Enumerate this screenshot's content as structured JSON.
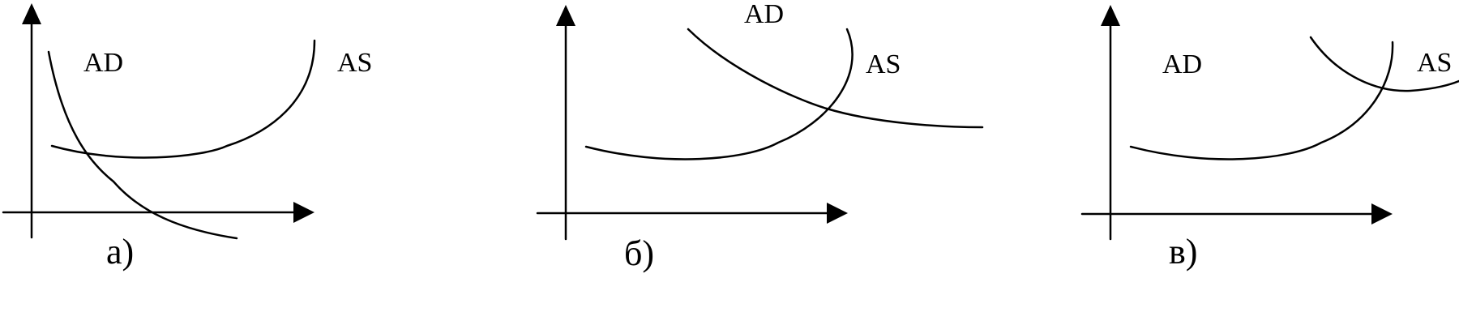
{
  "panels": [
    {
      "label": "а)",
      "ad_label": "AD",
      "as_label": "AS"
    },
    {
      "label": "б)",
      "ad_label": "AD",
      "as_label": "AS"
    },
    {
      "label": "в)",
      "ad_label": "AD",
      "as_label": "AS"
    }
  ]
}
